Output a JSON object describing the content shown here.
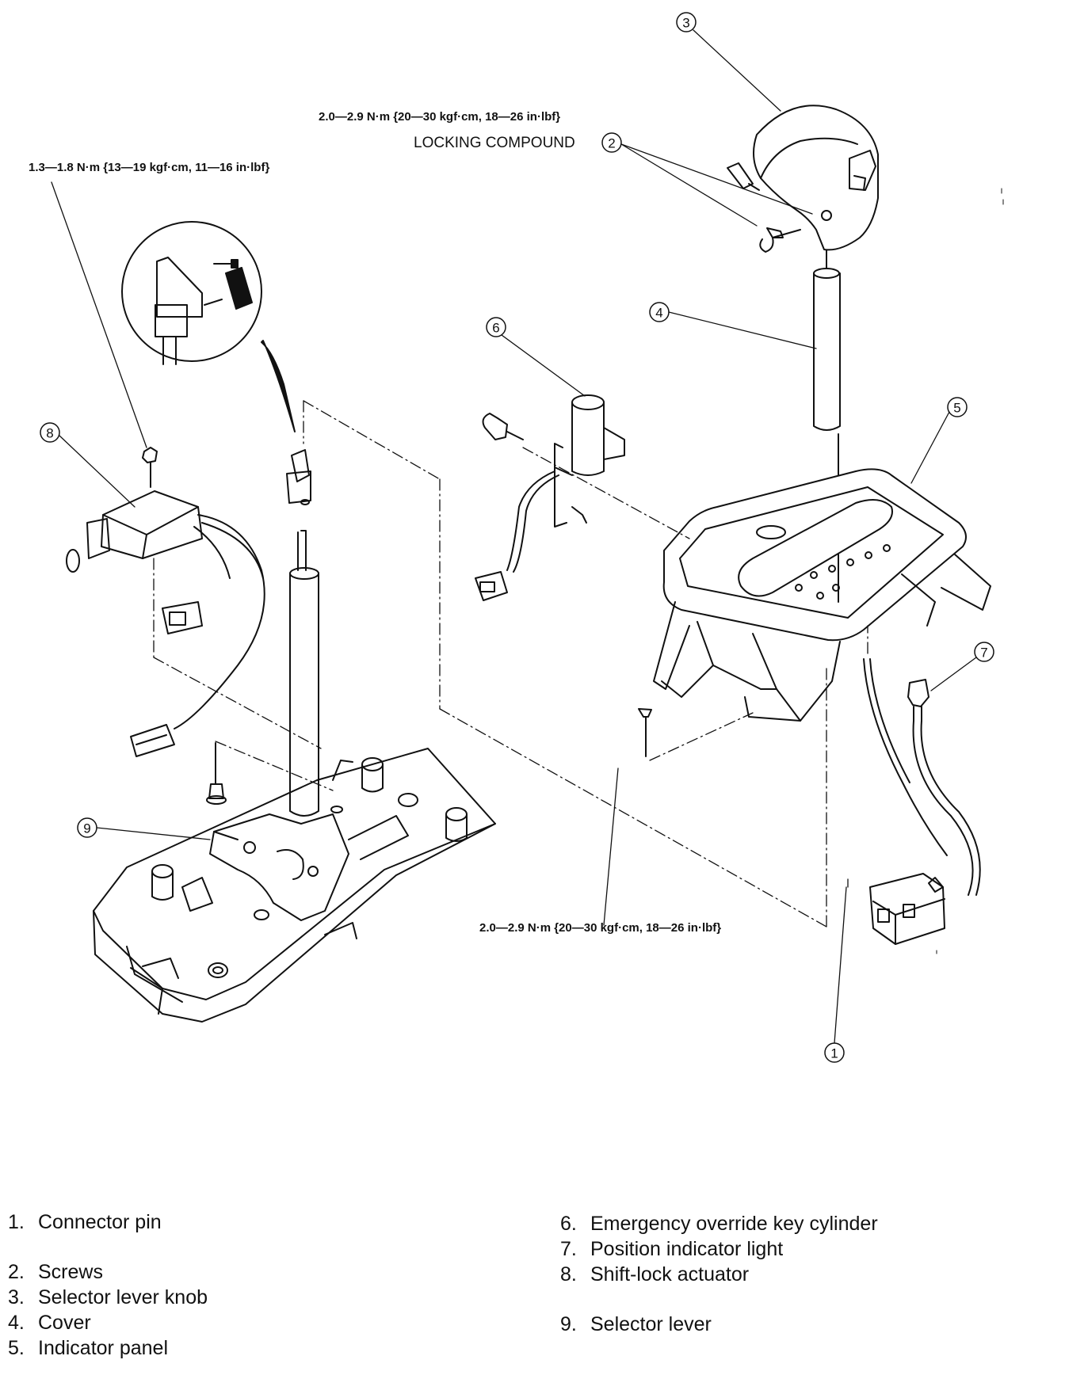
{
  "torque_specs": {
    "screws_2": "2.0—2.9 N·m {20—30 kgf·cm, 18—26 in·lbf}",
    "locking_compound": "LOCKING COMPOUND",
    "actuator_8": "1.3—1.8 N·m {13—19 kgf·cm, 11—16 in·lbf}",
    "panel_screw": "2.0—2.9 N·m {20—30 kgf·cm, 18—26 in·lbf}"
  },
  "callouts": [
    "1",
    "2",
    "3",
    "4",
    "5",
    "6",
    "7",
    "8",
    "9"
  ],
  "legend": [
    {
      "num": "1.",
      "label": "Connector pin"
    },
    {
      "num": "2.",
      "label": "Screws"
    },
    {
      "num": "3.",
      "label": "Selector lever knob"
    },
    {
      "num": "4.",
      "label": "Cover"
    },
    {
      "num": "5.",
      "label": "Indicator panel"
    },
    {
      "num": "6.",
      "label": "Emergency override key cylinder"
    },
    {
      "num": "7.",
      "label": "Position indicator light"
    },
    {
      "num": "8.",
      "label": "Shift-lock actuator"
    },
    {
      "num": "9.",
      "label": "Selector lever"
    }
  ]
}
